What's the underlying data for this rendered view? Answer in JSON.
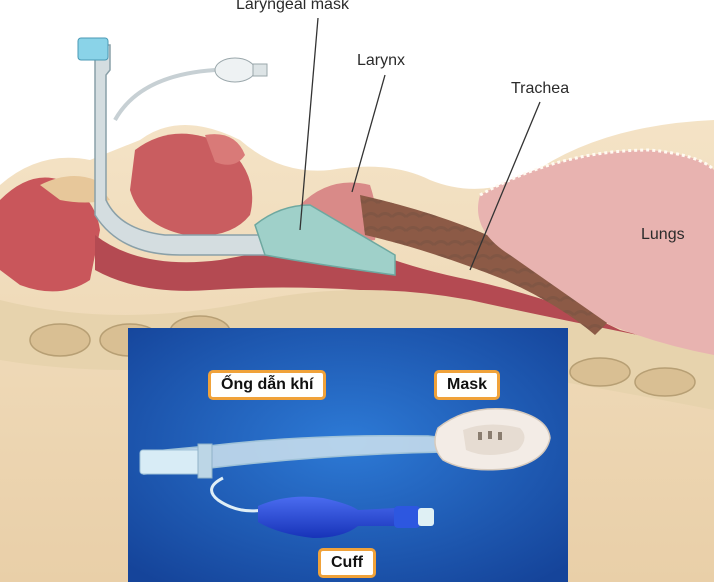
{
  "anatomy": {
    "labels": {
      "laryngeal_mask": "Laryngeal mask",
      "larynx": "Larynx",
      "trachea": "Trachea",
      "lungs": "Lungs"
    }
  },
  "photo": {
    "labels": {
      "tube": "Ống dẫn khí",
      "mask": "Mask",
      "cuff": "Cuff"
    }
  },
  "colors": {
    "background_tissue": "#f1dfc0",
    "airway": "#b44a52",
    "tissue_pink": "#e9a9a2",
    "lung": "#e8b3b0",
    "mask_device": "#9fd0c9",
    "photo_bg": "#1d5fb3",
    "tag_border": "#f0a23a",
    "cuff_blue": "#2049d8"
  }
}
